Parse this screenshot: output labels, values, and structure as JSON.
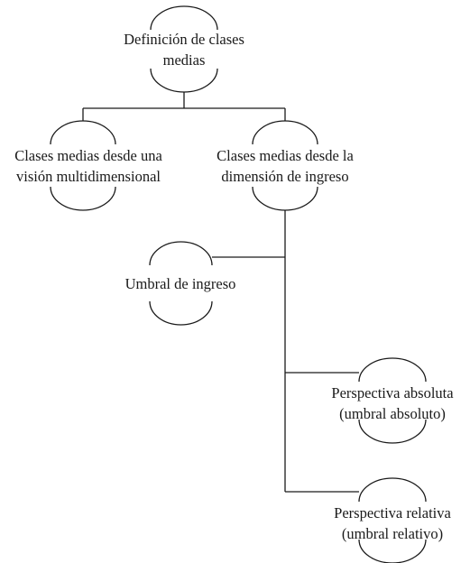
{
  "diagram": {
    "nodes": {
      "root": {
        "line1": "Definición de clases",
        "line2": "medias"
      },
      "multidimensional": {
        "line1": "Clases medias desde una",
        "line2": "visión multidimensional"
      },
      "ingreso": {
        "line1": "Clases medias desde la",
        "line2": "dimensión de ingreso"
      },
      "umbral": {
        "line1": "Umbral de ingreso"
      },
      "absoluta": {
        "line1": "Perspectiva absoluta",
        "line2": "(umbral absoluto)"
      },
      "relativa": {
        "line1": "Perspectiva relativa",
        "line2": "(umbral relativo)"
      }
    },
    "colors": {
      "line": "#1a1a1a",
      "text": "#1a1a1a"
    }
  }
}
